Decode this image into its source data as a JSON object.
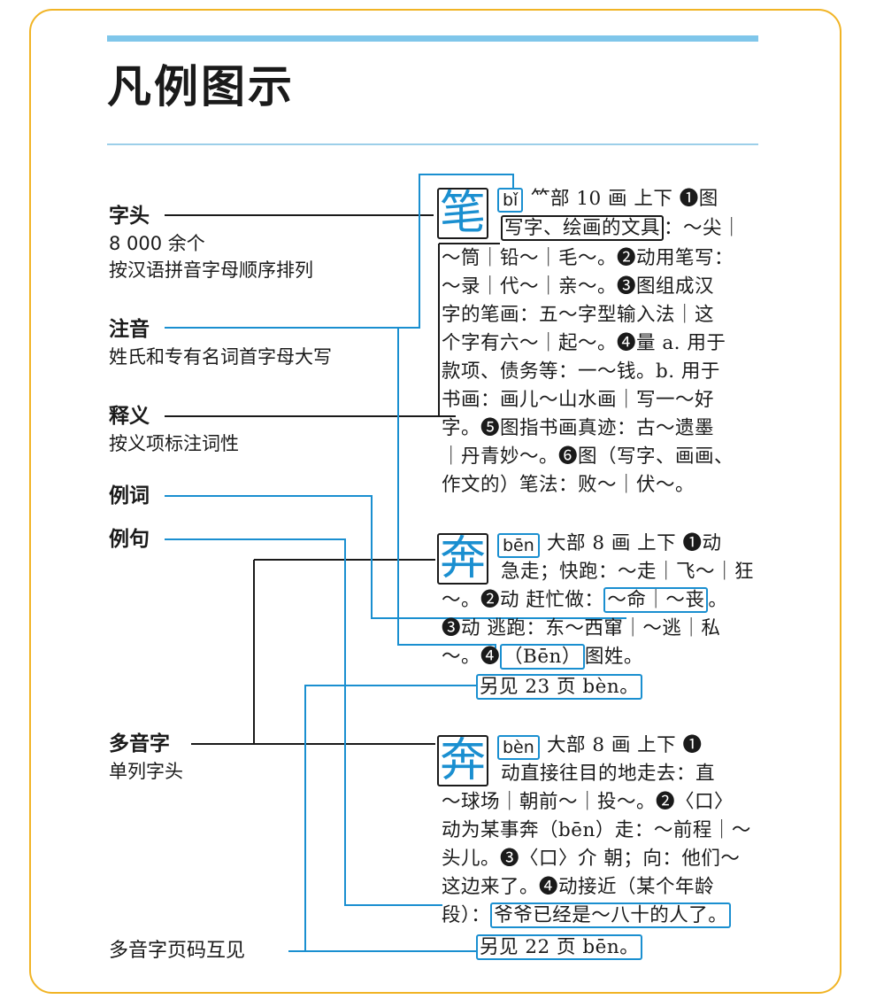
{
  "title": "凡例图示",
  "labels": {
    "zitou": "字头",
    "zitou_sub1": "8 000 余个",
    "zitou_sub2": "按汉语拼音字母顺序排列",
    "zhuyin": "注音",
    "zhuyin_sub": "姓氏和专有名词首字母大写",
    "shiyi": "释义",
    "shiyi_sub": "按义项标注词性",
    "lici": "例词",
    "liju": "例句",
    "duoyin": "多音字",
    "duoyin_sub": "单列字头",
    "huxian": "多音字页码互见"
  },
  "entry1": {
    "char": "笔",
    "pinyin": "bǐ",
    "l1": "⺮部  10 画  上下  ❶图",
    "l2_box": "写字、绘画的文具",
    "l2_rest": "：～尖｜",
    "l3": "～筒｜铅～｜毛～。❷动用笔写：",
    "l4": "～录｜代～｜亲～。❸图组成汉",
    "l5": "字的笔画：五～字型输入法｜这",
    "l6": "个字有六～｜起～。❹量 a. 用于",
    "l7": "款项、债务等：一～钱。b. 用于",
    "l8": "书画：画儿～山水画｜写一～好",
    "l9": "字。❺图指书画真迹：古～遗墨",
    "l10": "｜丹青妙～。❻图（写字、画画、",
    "l11": "作文的）笔法：败～｜伏～。"
  },
  "entry2": {
    "char": "奔",
    "pinyin": "bēn",
    "l1": "大部  8 画  上下  ❶动",
    "l2": "急走；快跑：～走｜飞～｜狂",
    "l3_pre": "～。❷动 赶忙做：",
    "l3_box": "～命｜～丧",
    "l3_post": "。",
    "l4": "❸动 逃跑：东～西窜｜～逃｜私",
    "l5_pre": "～。❹",
    "l5_box": "（Bēn）",
    "l5_post": "图姓。",
    "l6_box": "另见 23 页 bèn。"
  },
  "entry3": {
    "char": "奔",
    "pinyin": "bèn",
    "l1": "大部  8 画  上下  ❶",
    "l2": "动直接往目的地走去：直",
    "l3": "～球场｜朝前～｜投～。❷〈口〉",
    "l4": "动为某事奔（bēn）走：～前程｜～",
    "l5": "头儿。❸〈口〉介 朝；向：他们～",
    "l6": "这边来了。❹动接近（某个年龄",
    "l7_pre": "段）：",
    "l7_box": "爷爷已经是～八十的人了。",
    "l8_box": "另见 22 页 bēn。"
  },
  "colors": {
    "accent": "#1a8fd0",
    "frame": "#f1b425",
    "bar": "#7fc6ea"
  }
}
